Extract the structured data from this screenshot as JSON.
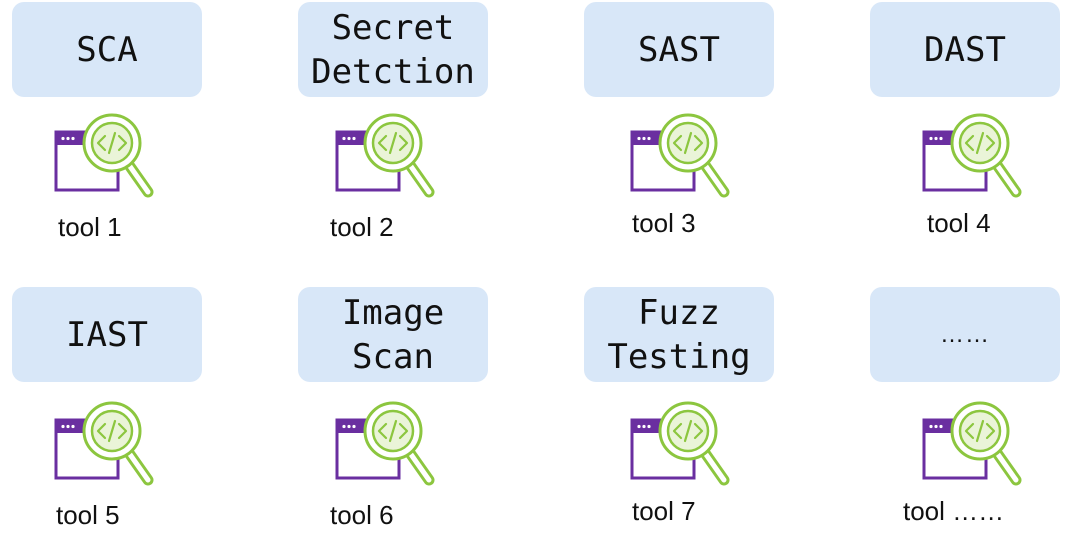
{
  "categories": [
    {
      "label": "SCA",
      "tool": "tool 1"
    },
    {
      "label": "Secret\nDetction",
      "tool": "tool 2"
    },
    {
      "label": "SAST",
      "tool": "tool 3"
    },
    {
      "label": "DAST",
      "tool": "tool 4"
    },
    {
      "label": "IAST",
      "tool": "tool 5"
    },
    {
      "label": "Image\nScan",
      "tool": "tool 6"
    },
    {
      "label": "Fuzz\nTesting",
      "tool": "tool 7"
    },
    {
      "label": "……",
      "tool": "tool ……"
    }
  ],
  "icon": "code-search-icon",
  "colors": {
    "box_fill": "#d8e7f8",
    "window_stroke": "#6a2fa0",
    "magnifier_stroke": "#8cc63f",
    "magnifier_fill": "#eaf4d8"
  }
}
